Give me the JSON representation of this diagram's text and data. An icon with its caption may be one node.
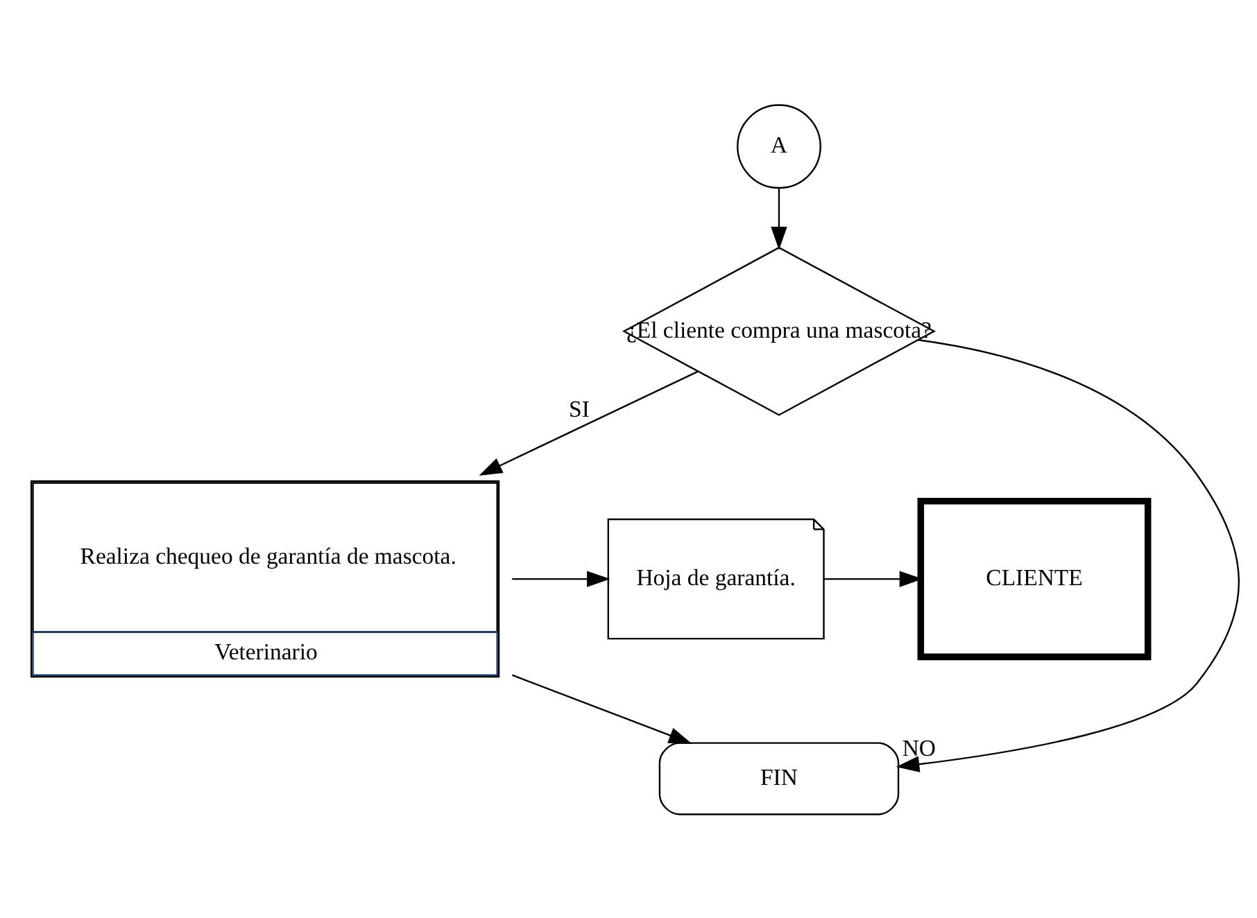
{
  "diagram": {
    "nodes": [
      {
        "text": [
          "A"
        ]
      },
      {
        "text": [
          "¿El cliente compra una mascota?"
        ]
      },
      {
        "text": [
          "Realiza chequeo de garantía de mascota.",
          "Veterinario"
        ]
      },
      {
        "text": [
          "Hoja de garantía."
        ]
      },
      {
        "text": [
          "CLIENTE"
        ]
      },
      {
        "text": [
          "FIN"
        ]
      }
    ],
    "edges": [
      {
        "from": 0,
        "to": 1,
        "arrow": "to"
      },
      {
        "from": 1,
        "to": 2,
        "arrow": "to",
        "label": "SI"
      },
      {
        "from": 1,
        "to": 5,
        "arrow": "to",
        "label": "NO"
      },
      {
        "from": 2,
        "to": 5,
        "arrow": "to"
      },
      {
        "from": 2,
        "to": 3,
        "arrow": "to"
      },
      {
        "from": 3,
        "to": 4,
        "arrow": "to"
      }
    ]
  }
}
